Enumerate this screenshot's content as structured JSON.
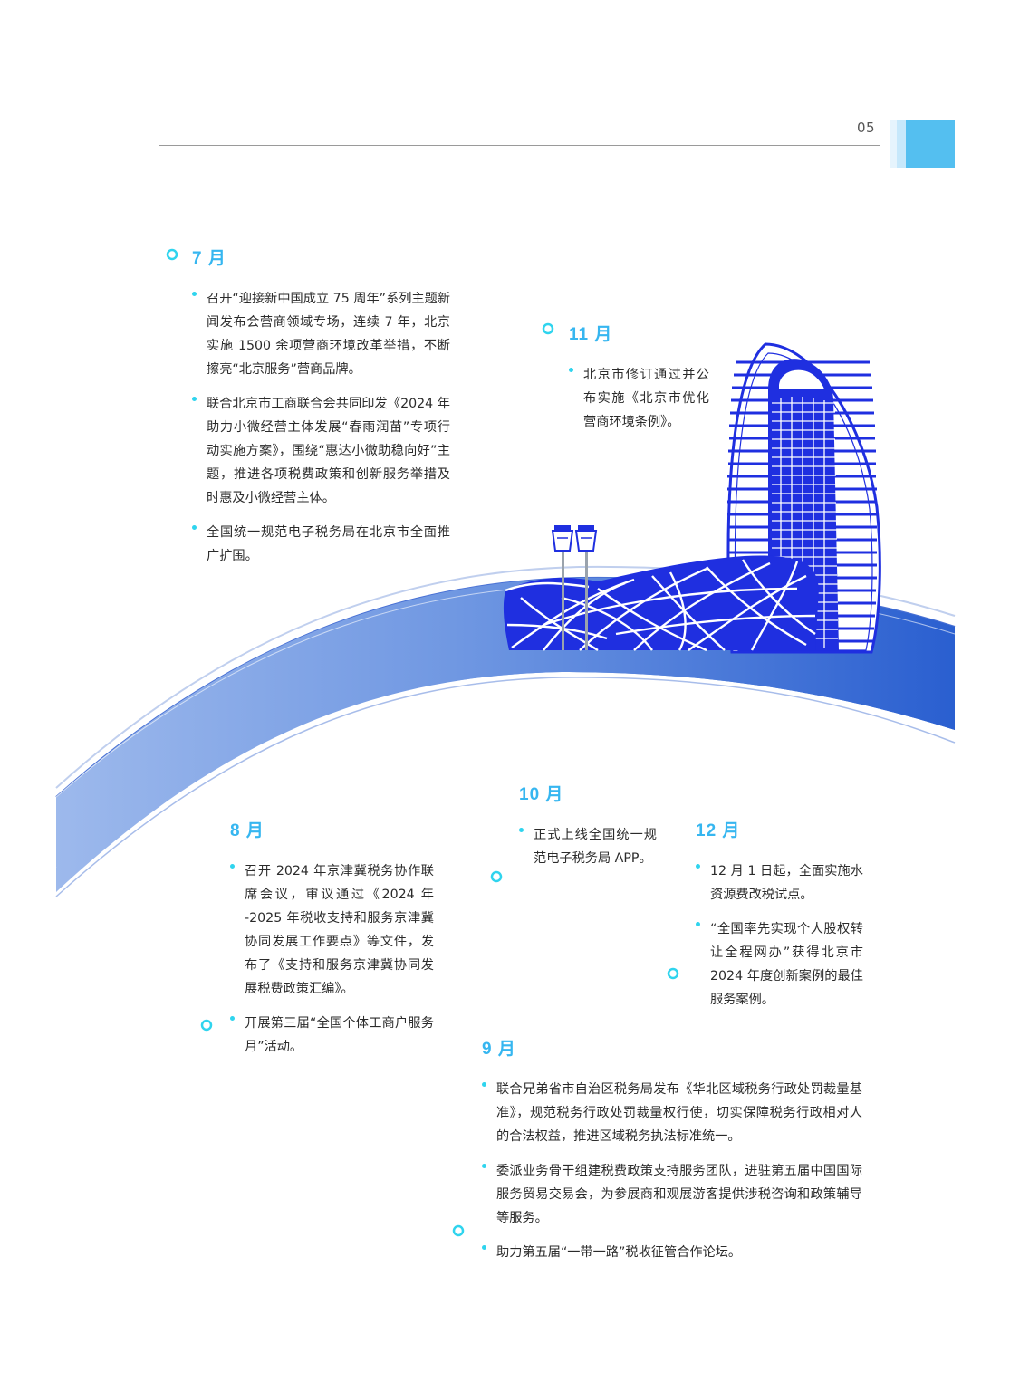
{
  "page": {
    "number": "05"
  },
  "colors": {
    "accent": "#36b6f0",
    "timeline": "#2fd4ee",
    "arc_dark": "#2a5fd0",
    "building": "#1f2fe0",
    "tab": "#54bff0"
  },
  "timeline": [
    {
      "id": "jul",
      "month": "7 月",
      "items": [
        "召开“迎接新中国成立 75 周年”系列主题新闻发布会营商领域专场，连续 7 年，北京实施 1500 余项营商环境改革举措，不断擦亮“北京服务”营商品牌。",
        "联合北京市工商联合会共同印发《2024 年助力小微经营主体发展“春雨润苗”专项行动实施方案》，围绕“惠达小微助稳向好”主题，推进各项税费政策和创新服务举措及时惠及小微经营主体。",
        "全国统一规范电子税务局在北京市全面推广扩围。"
      ]
    },
    {
      "id": "nov",
      "month": "11 月",
      "items": [
        "北京市修订通过并公布实施《北京市优化营商环境条例》。"
      ]
    },
    {
      "id": "aug",
      "month": "8 月",
      "items": [
        "召开 2024 年京津冀税务协作联席会议，审议通过《2024 年 -2025 年税收支持和服务京津冀协同发展工作要点》等文件，发布了《支持和服务京津冀协同发展税费政策汇编》。",
        "开展第三届“全国个体工商户服务月”活动。"
      ]
    },
    {
      "id": "oct",
      "month": "10 月",
      "items": [
        "正式上线全国统一规范电子税务局 APP。"
      ]
    },
    {
      "id": "dec",
      "month": "12 月",
      "items": [
        "12 月 1 日起，全面实施水资源费改税试点。",
        "“全国率先实现个人股权转让全程网办”获得北京市 2024 年度创新案例的最佳服务案例。"
      ]
    },
    {
      "id": "sep",
      "month": "9 月",
      "items": [
        "联合兄弟省市自治区税务局发布《华北区域税务行政处罚裁量基准》，规范税务行政处罚裁量权行使，切实保障税务行政相对人的合法权益，推进区域税务执法标准统一。",
        "委派业务骨干组建税费政策支持服务团队，进驻第五届中国国际服务贸易交易会，为参展商和观展游客提供涉税咨询和政策辅导等服务。",
        "助力第五届“一带一路”税收征管合作论坛。"
      ]
    }
  ]
}
